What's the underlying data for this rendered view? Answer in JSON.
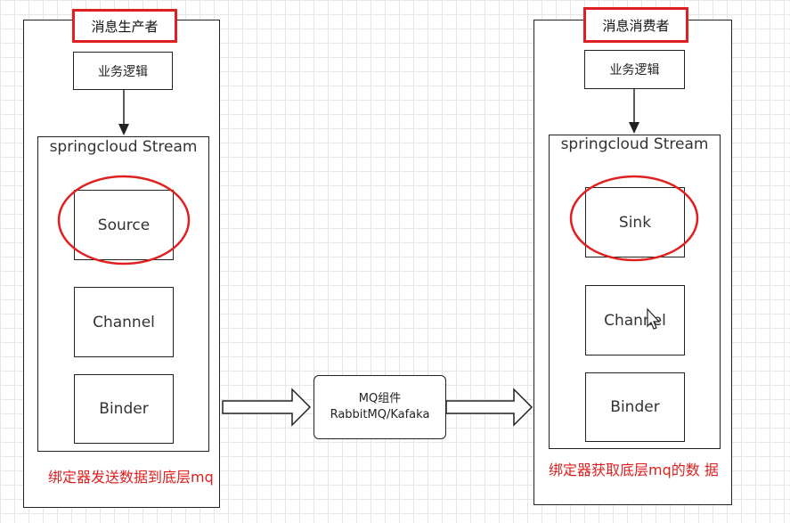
{
  "producer": {
    "title": "消息生产者",
    "business_logic": "业务逻辑",
    "stream_title": "springcloud Stream",
    "components": [
      "Source",
      "Channel",
      "Binder"
    ],
    "note": "绑定器发送数据到底层mq"
  },
  "consumer": {
    "title": "消息消费者",
    "business_logic": "业务逻辑",
    "stream_title": "springcloud Stream",
    "components": [
      "Sink",
      "Channel",
      "Binder"
    ],
    "note": "绑定器获取底层mq的数 据"
  },
  "mq": {
    "line1": "MQ组件",
    "line2": "RabbitMQ/Kafaka"
  },
  "colors": {
    "highlight": "#e02020",
    "border": "#222222"
  },
  "icons": [
    "arrow-down-icon",
    "hollow-arrow-right-icon",
    "cursor-icon"
  ]
}
